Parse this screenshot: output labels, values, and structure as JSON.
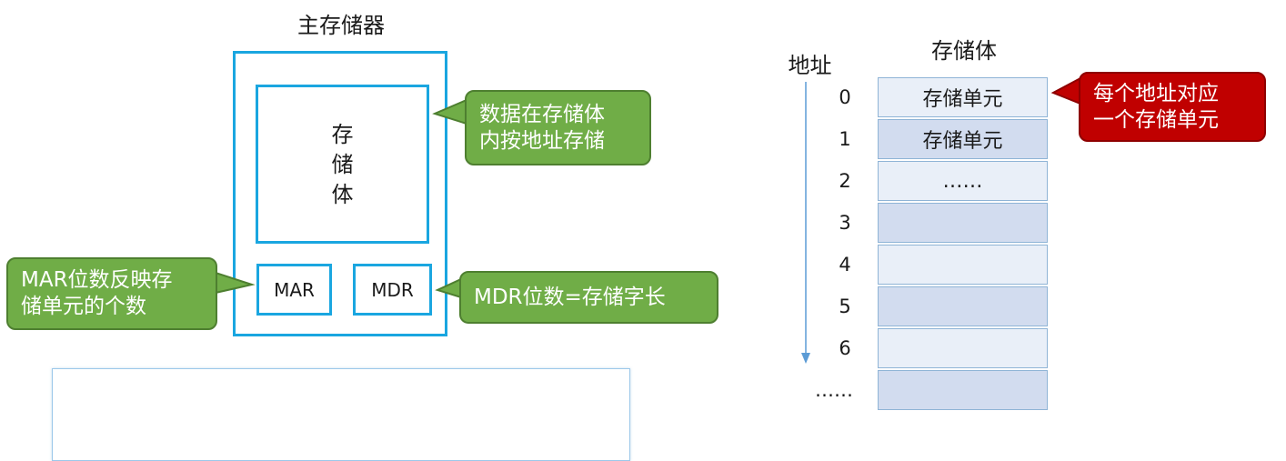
{
  "main_memory": {
    "title": "主存储器",
    "bank_label": "存\n储\n体",
    "registers": {
      "mar": "MAR",
      "mdr": "MDR"
    }
  },
  "callouts": {
    "data_storage": "数据在存储体\n内按地址存储",
    "mar_bits": "MAR位数反映存\n储单元的个数",
    "mdr_bits": "MDR位数=存储字长",
    "address_cell": "每个地址对应\n一个存储单元"
  },
  "storage_array": {
    "title": "存储体",
    "address_title": "地址",
    "addresses": [
      "0",
      "1",
      "2",
      "3",
      "4",
      "5",
      "6",
      "……"
    ],
    "cells": [
      "存储单元",
      "存储单元",
      "……",
      "",
      "",
      "",
      "",
      ""
    ]
  },
  "colors": {
    "register_border": "#1aa6e0",
    "note_green": "#70ad47",
    "note_red": "#c00000",
    "cell_light": "#e9eff8",
    "cell_dark": "#d2dcef"
  }
}
